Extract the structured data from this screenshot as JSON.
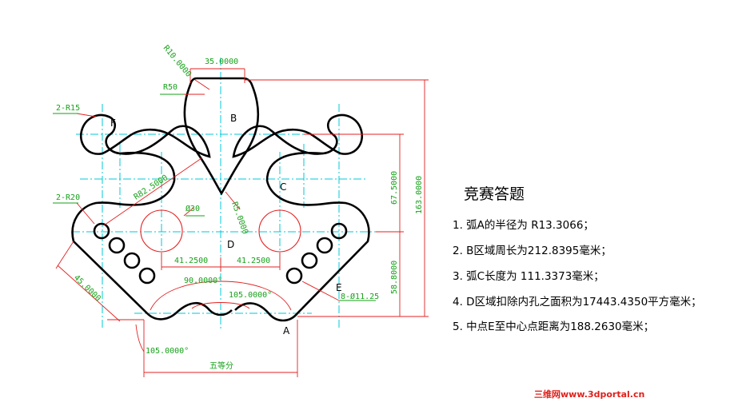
{
  "drawing": {
    "dims": {
      "top_width": "35.0000",
      "r_top_corner": "R10.0000",
      "r50": "R50",
      "r15": "2-R15",
      "r20": "2-R20",
      "r82": "R82.5000",
      "r5": "R5.0000",
      "phi30": "Ø30",
      "h67": "67.5000",
      "h163": "163.0000",
      "h58": "58.8000",
      "w41_left": "41.2500",
      "w41_right": "41.2500",
      "angle90": "90.0000°",
      "angle105_top": "105.0000°",
      "angle105_bottom": "105.0000°",
      "len45": "45.0000",
      "holes": "8-Ø11.25",
      "five_equal": "五等分"
    },
    "labels": {
      "A": "A",
      "B": "B",
      "C": "C",
      "D": "D",
      "E": "E",
      "F": "F"
    }
  },
  "questions": {
    "title": "竞赛答题",
    "items": [
      "1.  弧A的半径为 R13.3066；",
      "2.  B区域周长为212.8395毫米；",
      "3.  弧C长度为 111.3373毫米；",
      "4.  D区域扣除内孔之面积为17443.4350平方毫米；",
      "5.  中点E至中心点距离为188.2630毫米；"
    ]
  },
  "watermark": "三维网www.3dportal.cn"
}
